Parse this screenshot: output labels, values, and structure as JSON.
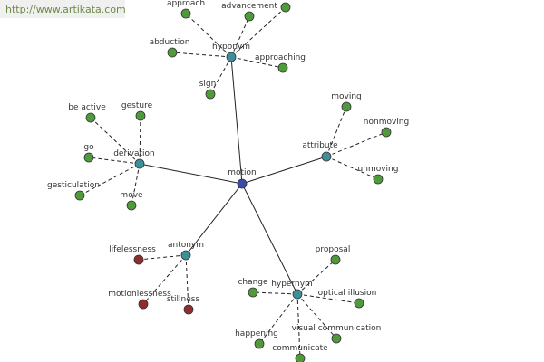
{
  "site": {
    "url": "http://www.artikata.com"
  },
  "colors": {
    "center": "#3b4aa8",
    "relation": "#3f8f9a",
    "leaf": "#4f9a3a",
    "antonym_leaf": "#8e2d2d",
    "line": "#222222"
  },
  "graph": {
    "center": {
      "id": "motion",
      "label": "motion"
    },
    "nodes": [
      {
        "id": "hyponym",
        "label": "hyponym",
        "kind": "relation"
      },
      {
        "id": "attribute",
        "label": "attribute",
        "kind": "relation"
      },
      {
        "id": "derivation",
        "label": "derivation",
        "kind": "relation"
      },
      {
        "id": "antonym",
        "label": "antonym",
        "kind": "relation"
      },
      {
        "id": "hypernym",
        "label": "hypernym",
        "kind": "relation"
      },
      {
        "id": "approach",
        "label": "approach",
        "kind": "leaf",
        "parent": "hyponym"
      },
      {
        "id": "advancement",
        "label": "advancement",
        "kind": "leaf",
        "parent": "hyponym"
      },
      {
        "id": "hypo_unlabeled",
        "label": "",
        "kind": "leaf",
        "parent": "hyponym"
      },
      {
        "id": "abduction",
        "label": "abduction",
        "kind": "leaf",
        "parent": "hyponym"
      },
      {
        "id": "approaching",
        "label": "approaching",
        "kind": "leaf",
        "parent": "hyponym"
      },
      {
        "id": "sign",
        "label": "sign",
        "kind": "leaf",
        "parent": "hyponym"
      },
      {
        "id": "moving",
        "label": "moving",
        "kind": "leaf",
        "parent": "attribute"
      },
      {
        "id": "nonmoving",
        "label": "nonmoving",
        "kind": "leaf",
        "parent": "attribute"
      },
      {
        "id": "unmoving",
        "label": "unmoving",
        "kind": "leaf",
        "parent": "attribute"
      },
      {
        "id": "be_active",
        "label": "be active",
        "kind": "leaf",
        "parent": "derivation"
      },
      {
        "id": "gesture",
        "label": "gesture",
        "kind": "leaf",
        "parent": "derivation"
      },
      {
        "id": "go",
        "label": "go",
        "kind": "leaf",
        "parent": "derivation"
      },
      {
        "id": "gesticulation",
        "label": "gesticulation",
        "kind": "leaf",
        "parent": "derivation"
      },
      {
        "id": "move",
        "label": "move",
        "kind": "leaf",
        "parent": "derivation"
      },
      {
        "id": "lifelessness",
        "label": "lifelessness",
        "kind": "antonym_leaf",
        "parent": "antonym"
      },
      {
        "id": "motionlessness",
        "label": "motionlessness",
        "kind": "antonym_leaf",
        "parent": "antonym"
      },
      {
        "id": "stillness",
        "label": "stillness",
        "kind": "antonym_leaf",
        "parent": "antonym"
      },
      {
        "id": "proposal",
        "label": "proposal",
        "kind": "leaf",
        "parent": "hypernym"
      },
      {
        "id": "change",
        "label": "change",
        "kind": "leaf",
        "parent": "hypernym"
      },
      {
        "id": "optical_illusion",
        "label": "optical illusion",
        "kind": "leaf",
        "parent": "hypernym"
      },
      {
        "id": "visual_communication",
        "label": "visual communication",
        "kind": "leaf",
        "parent": "hypernym"
      },
      {
        "id": "happening",
        "label": "happening",
        "kind": "leaf",
        "parent": "hypernym"
      },
      {
        "id": "communicate",
        "label": "communicate",
        "kind": "leaf",
        "parent": "hypernym"
      }
    ]
  }
}
